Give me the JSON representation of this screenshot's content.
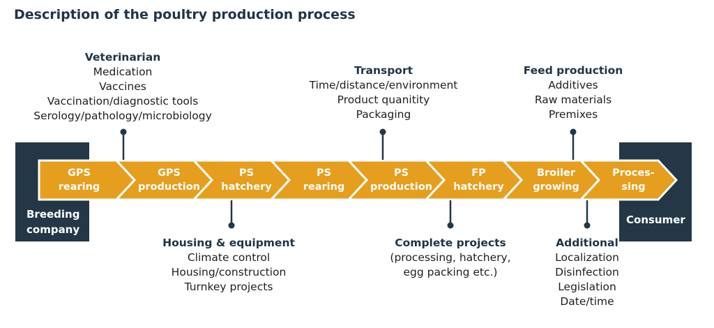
{
  "title": "Description of the poultry production process",
  "colors": {
    "dark": "#233746",
    "accent": "#e69e1e",
    "text": "#1f3446"
  },
  "breeding_company": [
    "Breeding",
    "company"
  ],
  "consumer": "Consumer",
  "stages": [
    [
      "GPS",
      "rearing"
    ],
    [
      "GPS",
      "production"
    ],
    [
      "PS",
      "hatchery"
    ],
    [
      "PS",
      "rearing"
    ],
    [
      "PS",
      "production"
    ],
    [
      "FP",
      "hatchery"
    ],
    [
      "Broiler",
      "growing"
    ],
    [
      "Proces-",
      "sing"
    ]
  ],
  "annotations": {
    "veterinarian": {
      "heading": "Veterinarian",
      "items": [
        "Medication",
        "Vaccines",
        "Vaccination/diagnostic tools",
        "Serology/pathology/microbiology"
      ]
    },
    "transport": {
      "heading": "Transport",
      "items": [
        "Time/distance/environment",
        "Product quanitity",
        "Packaging"
      ]
    },
    "feed_production": {
      "heading": "Feed production",
      "items": [
        "Additives",
        "Raw materials",
        "Premixes"
      ]
    },
    "housing": {
      "heading": "Housing & equipment",
      "items": [
        "Climate control",
        "Housing/construction",
        "Turnkey projects"
      ]
    },
    "complete_projects": {
      "heading": "Complete projects",
      "items": [
        "(processing, hatchery,",
        "egg packing etc.)"
      ]
    },
    "additional": {
      "heading": "Additional",
      "items": [
        "Localization",
        "Disinfection",
        "Legislation",
        "Date/time"
      ]
    }
  }
}
